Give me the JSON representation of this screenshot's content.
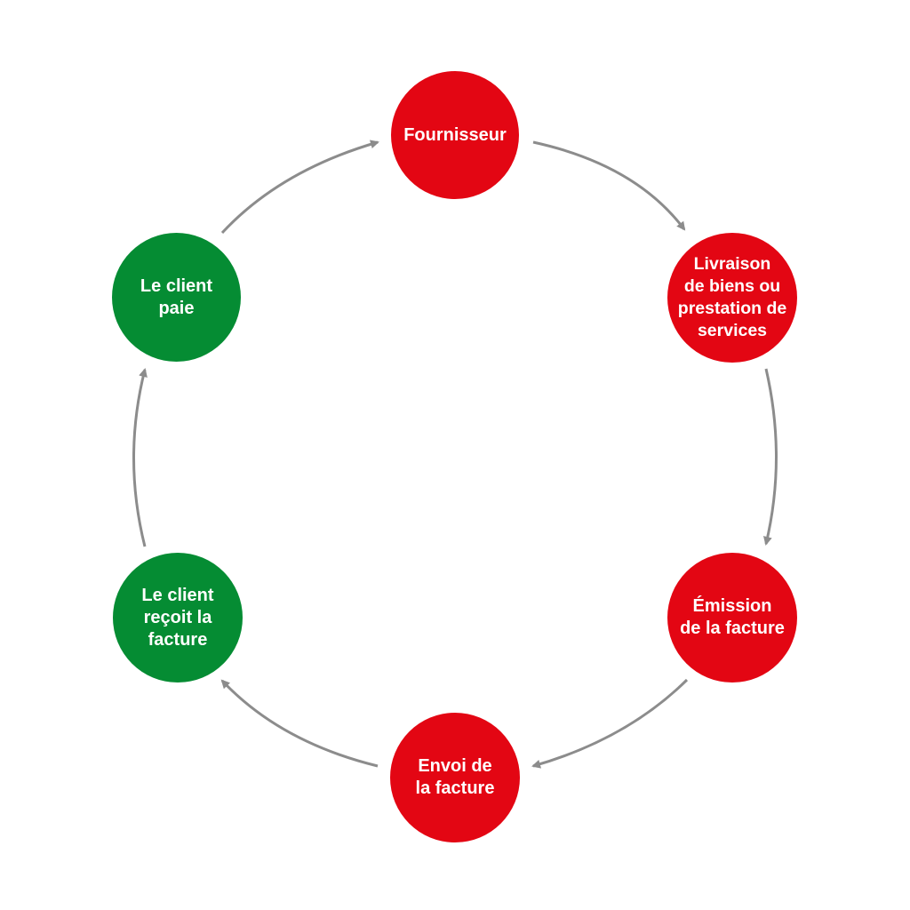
{
  "diagram": {
    "colors": {
      "red": "#e30613",
      "green": "#058c33",
      "arrow": "#8c8c8c"
    },
    "nodes": [
      {
        "id": "supplier",
        "label": "Fournisseur",
        "color": "red"
      },
      {
        "id": "delivery",
        "label": "Livraison\nde biens ou\nprestation de\nservices",
        "color": "red"
      },
      {
        "id": "invoice-issue",
        "label": "Émission\nde la facture",
        "color": "red"
      },
      {
        "id": "invoice-send",
        "label": "Envoi de\nla facture",
        "color": "red"
      },
      {
        "id": "client-receives",
        "label": "Le client\nreçoit la\nfacture",
        "color": "green"
      },
      {
        "id": "client-pays",
        "label": "Le client\npaie",
        "color": "green"
      }
    ],
    "edges": [
      {
        "from": "supplier",
        "to": "delivery"
      },
      {
        "from": "delivery",
        "to": "invoice-issue"
      },
      {
        "from": "invoice-issue",
        "to": "invoice-send"
      },
      {
        "from": "invoice-send",
        "to": "client-receives"
      },
      {
        "from": "client-receives",
        "to": "client-pays"
      },
      {
        "from": "client-pays",
        "to": "supplier"
      }
    ]
  }
}
